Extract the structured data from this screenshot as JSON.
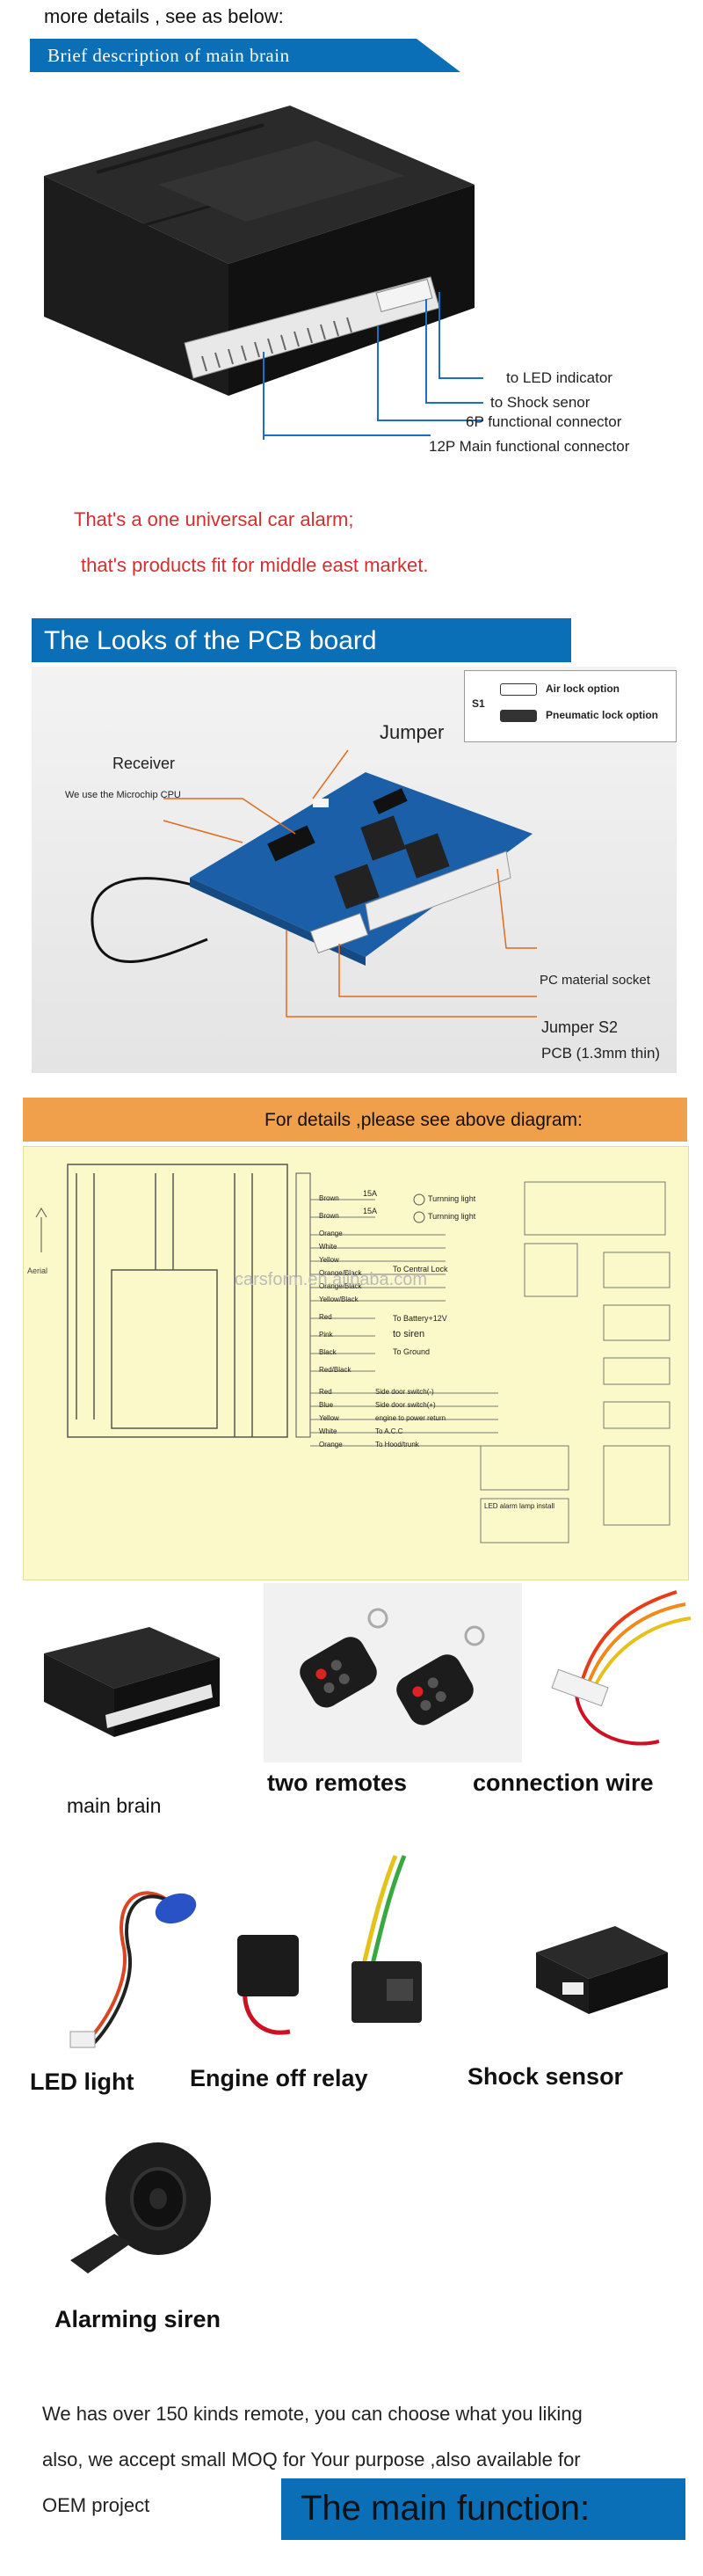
{
  "intro": "more details , see as below:",
  "brief_banner": "Brief description of main brain",
  "main_brain_callouts": [
    "to LED indicator",
    "to Shock senor",
    "6P functional connector",
    "12P Main functional connector"
  ],
  "statements": [
    "That's a one universal car alarm;",
    "that's products fit for middle east market."
  ],
  "pcb_banner": "The Looks of the PCB board",
  "pcb_labels": {
    "jumper": "Jumper",
    "receiver": "Receiver",
    "cpu": "We use the Microchip CPU",
    "socket": "PC material socket",
    "jumper_s2": "Jumper S2",
    "pcb": "PCB (1.3mm thin)"
  },
  "options_box": {
    "s1": "S1",
    "air": "Air lock option",
    "pneumatic": "Pneumatic lock option"
  },
  "details_bar": "For details ,please see above diagram:",
  "diagram": {
    "wires_top": [
      "Brown",
      "Brown",
      "Orange",
      "White",
      "Yellow",
      "Orange/Black",
      "Orange/Black",
      "Yellow/Black",
      "Red",
      "Pink",
      "Black",
      "Red/Black"
    ],
    "fuses": [
      "15A",
      "15A"
    ],
    "fuse_labels": [
      "Turnning light",
      "Turnning light"
    ],
    "central_lock": "To Central Lock",
    "battery": "To Battery+12V",
    "siren": "to siren",
    "ground": "To Ground",
    "wires_bottom": [
      "Red",
      "Blue",
      "Yellow",
      "White",
      "Orange"
    ],
    "bottom_labels": [
      "Side door switch(-)",
      "Side door switch(+)",
      "engine to power return",
      "To A.C.C",
      "To Hood/trunk"
    ],
    "aerial": "Aerial",
    "watermark": "carsform.en.alibaba.com",
    "led_box": "LED alarm lamp install"
  },
  "accessories": [
    "main brain",
    "two remotes",
    "connection wire",
    "LED light",
    "Engine off relay",
    "Shock sensor",
    "Alarming siren"
  ],
  "bottom_lines": [
    "We has over 150 kinds remote, you can choose what you liking",
    "also, we accept small  MOQ for Your purpose ,also available for",
    "OEM project"
  ],
  "main_function": "The main function:",
  "colors": {
    "blue": "#0a6fb7",
    "red": "#d32f2f",
    "orange": "#f0a04a",
    "diagram_bg": "#fbf8c9"
  }
}
